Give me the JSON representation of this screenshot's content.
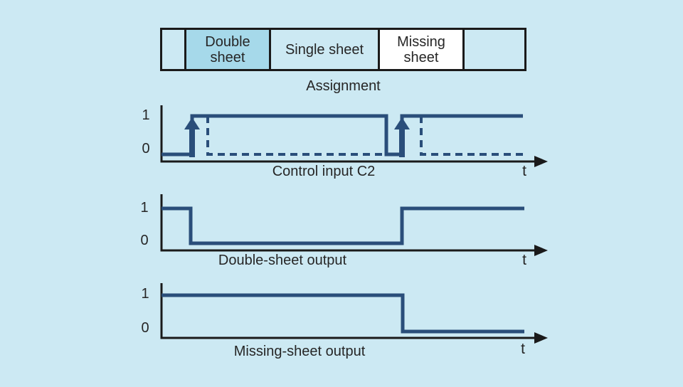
{
  "page": {
    "background": "#cce9f3"
  },
  "colors": {
    "signal": "#2a4e7a",
    "axis": "#1a1a1a",
    "text": "#262626",
    "cell_highlight": "#a6d9ea",
    "cell_white": "#ffffff",
    "table_border": "#1a1a1a"
  },
  "assignment_table": {
    "caption": "Assignment",
    "cells": [
      {
        "label": ""
      },
      {
        "label": "Double sheet"
      },
      {
        "label": "Single sheet"
      },
      {
        "label": "Missing sheet"
      },
      {
        "label": ""
      }
    ]
  },
  "chart_data": {
    "type": "timing-diagram",
    "time_axis_label": "t",
    "levels": [
      "0",
      "1"
    ],
    "diagrams": [
      {
        "caption": "Control input C2",
        "one": "1",
        "zero": "0",
        "t_label": "t",
        "solid": [
          [
            0,
            0
          ],
          [
            43,
            0
          ],
          [
            43,
            1
          ],
          [
            316,
            1
          ],
          [
            316,
            0
          ],
          [
            338,
            0
          ],
          [
            338,
            1
          ],
          [
            508,
            1
          ]
        ],
        "dashed": [
          [
            [
              65,
              1
            ],
            [
              65,
              0
            ],
            [
              316,
              0
            ]
          ],
          [
            [
              365,
              1
            ],
            [
              365,
              0
            ],
            [
              513,
              0
            ]
          ]
        ],
        "arrows": [
          43,
          338
        ]
      },
      {
        "caption": "Double-sheet output",
        "one": "1",
        "zero": "0",
        "t_label": "t",
        "solid": [
          [
            0,
            1
          ],
          [
            41,
            1
          ],
          [
            41,
            0
          ],
          [
            338,
            0
          ],
          [
            338,
            1
          ],
          [
            510,
            1
          ]
        ],
        "dashed": [],
        "arrows": []
      },
      {
        "caption": "Missing-sheet output",
        "one": "1",
        "zero": "0",
        "t_label": "t",
        "solid": [
          [
            0,
            1
          ],
          [
            339,
            1
          ],
          [
            339,
            0
          ],
          [
            510,
            0
          ]
        ],
        "dashed": [],
        "arrows": []
      }
    ]
  }
}
